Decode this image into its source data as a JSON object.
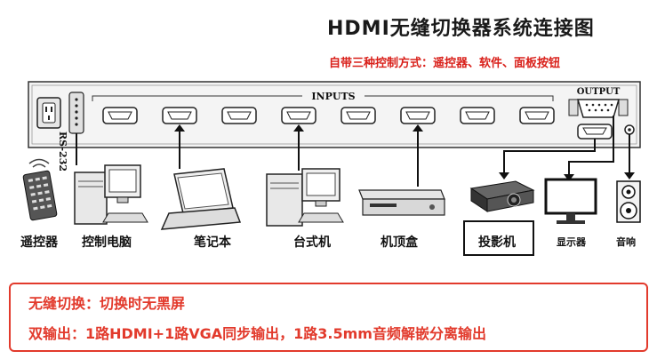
{
  "title": "HDMI无缝切换器系统连接图",
  "subtitle": "自带三种控制方式：遥控器、软件、面板按钮",
  "panel": {
    "inputs_label": "INPUTS",
    "output_label": "OUTPUT",
    "serial_label": "RS-232",
    "hdmi_input_count": 8
  },
  "devices": {
    "remote": "遥控器",
    "control_pc": "控制电脑",
    "laptop": "笔记本",
    "desktop": "台式机",
    "set_top_box": "机顶盒",
    "projector": "投影机",
    "monitor": "显示器",
    "speaker": "音响"
  },
  "features": {
    "line1": "无缝切换：切换时无黑屏",
    "line2": "双输出：1路HDMI+1路VGA同步输出，1路3.5mm音频解嵌分离输出"
  },
  "colors": {
    "title": "#1a1a1a",
    "accent_red": "#e23a2c",
    "subtitle_red": "#d9201a"
  }
}
